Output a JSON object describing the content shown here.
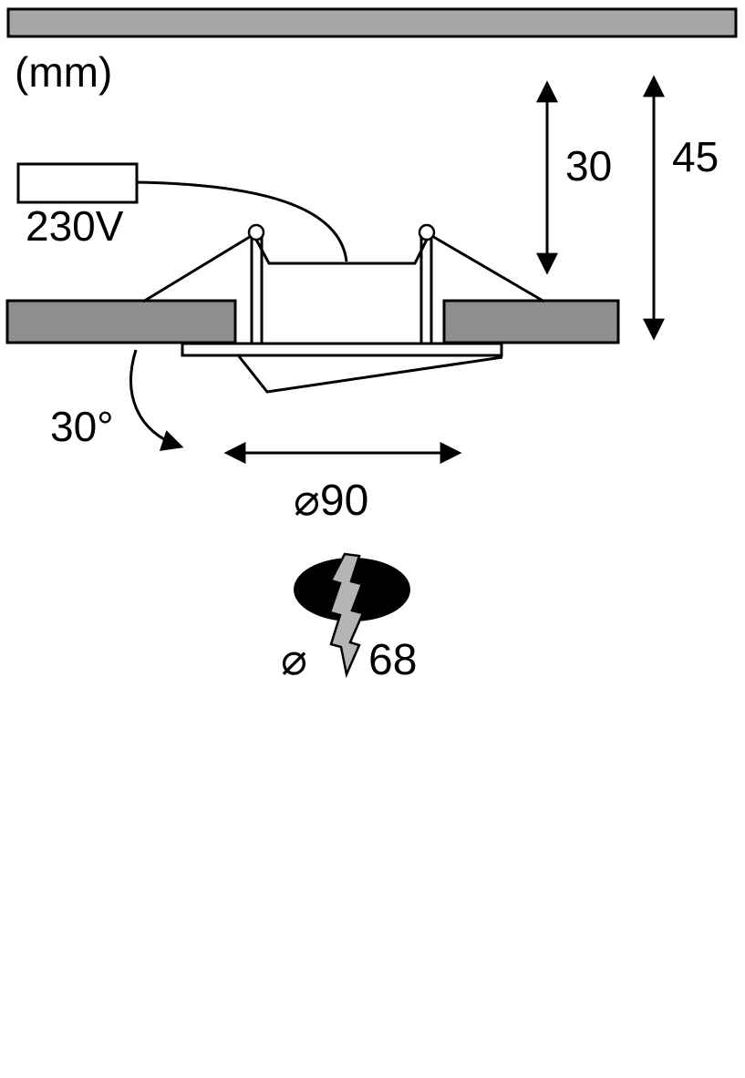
{
  "diagram": {
    "unit_label": "(mm)",
    "supply": {
      "voltage_label": "230V"
    },
    "dimensions": {
      "recess_depth": "30",
      "total_height": "45",
      "tilt_angle": "30°",
      "trim_diameter": "⌀90",
      "cutout_prefix": "⌀",
      "cutout_diameter": "68"
    },
    "colors": {
      "surface_gray": "#a6a6a6",
      "ceiling_gray": "#8f8f8f",
      "bolt_gray": "#b5b5b5",
      "line": "#000000"
    }
  }
}
